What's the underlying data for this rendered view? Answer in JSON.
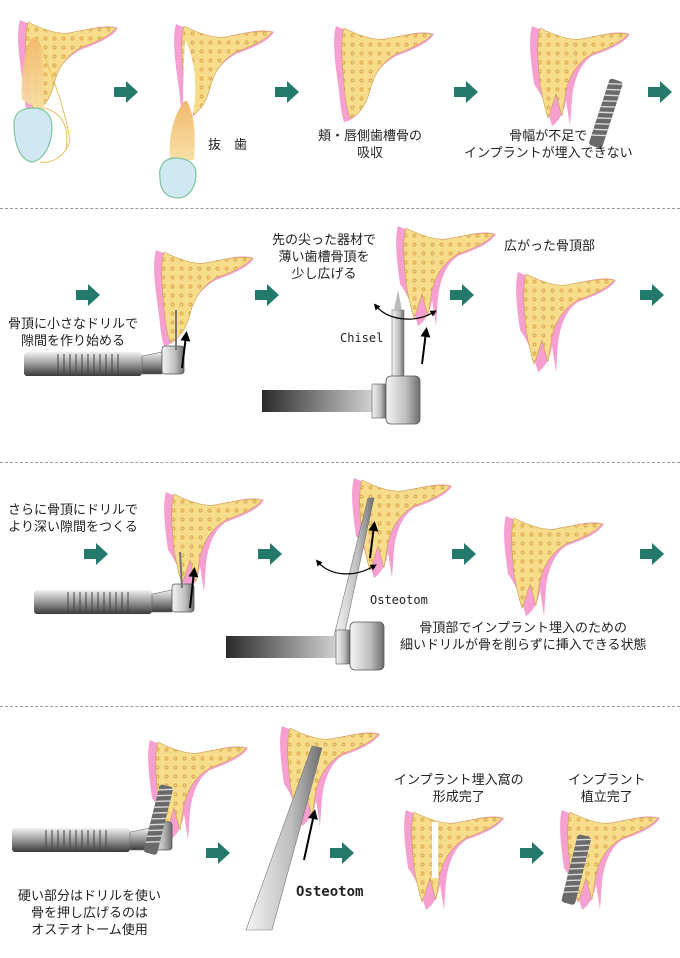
{
  "row1": {
    "extraction": "抜　歯",
    "resorption": "頬・唇側歯槽骨の\n吸収",
    "insufficient": "骨幅が不足で\nインプラントが埋入できない"
  },
  "row2": {
    "drill_start": "骨頂に小さなドリルで\n隙間を作り始める",
    "sharp_tool": "先の尖った器材で\n薄い歯槽骨頂を\n少し広げる",
    "chisel": "Chisel",
    "widened": "広がった骨頂部"
  },
  "row3": {
    "drill_deeper": "さらに骨頂にドリルで\nより深い隙間をつくる",
    "osteotom": "Osteotom",
    "thin_drill": "骨頂部でインプラント埋入のための\n細いドリルが骨を削らずに挿入できる状態"
  },
  "row4": {
    "hard_part": "硬い部分はドリルを使い\n骨を押し広げるのは\nオステオトーム使用",
    "osteotom": "Osteotom",
    "socket_done": "インプラント埋入窩の\n形成完了",
    "implant_done": "インプラント\n植立完了"
  },
  "colors": {
    "bone_fill": "#f7dc8c",
    "bone_dots": "#d9a64a",
    "gum_pink": "#f5a0d0",
    "arrow_teal": "#237a6a",
    "tooth_blue": "#cfe8f2",
    "root_orange": "#f2b96a"
  }
}
